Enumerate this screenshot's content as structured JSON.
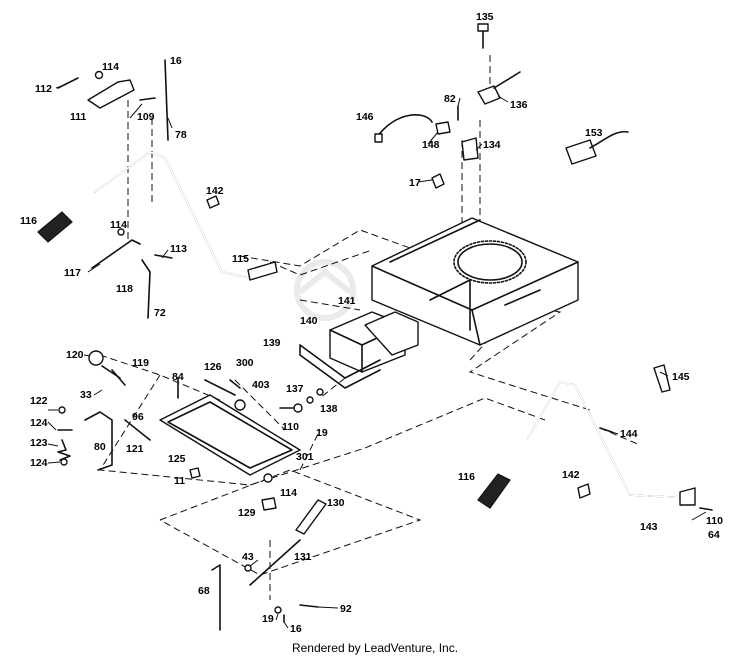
{
  "diagram": {
    "footer": "Rendered by LeadVenture, Inc.",
    "callouts": [
      {
        "id": "c112",
        "label": "112"
      },
      {
        "id": "c114a",
        "label": "114"
      },
      {
        "id": "c16a",
        "label": "16"
      },
      {
        "id": "c111",
        "label": "111"
      },
      {
        "id": "c109",
        "label": "109"
      },
      {
        "id": "c78",
        "label": "78"
      },
      {
        "id": "c135",
        "label": "135"
      },
      {
        "id": "c82",
        "label": "82"
      },
      {
        "id": "c136",
        "label": "136"
      },
      {
        "id": "c146",
        "label": "146"
      },
      {
        "id": "c134",
        "label": "134"
      },
      {
        "id": "c148",
        "label": "148"
      },
      {
        "id": "c153",
        "label": "153"
      },
      {
        "id": "c17",
        "label": "17"
      },
      {
        "id": "c142a",
        "label": "142"
      },
      {
        "id": "c116a",
        "label": "116"
      },
      {
        "id": "c114b",
        "label": "114"
      },
      {
        "id": "c113",
        "label": "113"
      },
      {
        "id": "c117",
        "label": "117"
      },
      {
        "id": "c118",
        "label": "118"
      },
      {
        "id": "c115",
        "label": "115"
      },
      {
        "id": "c72",
        "label": "72"
      },
      {
        "id": "c141",
        "label": "141"
      },
      {
        "id": "c140",
        "label": "140"
      },
      {
        "id": "c139",
        "label": "139"
      },
      {
        "id": "c120",
        "label": "120"
      },
      {
        "id": "c119",
        "label": "119"
      },
      {
        "id": "c126",
        "label": "126"
      },
      {
        "id": "c300",
        "label": "300"
      },
      {
        "id": "c84",
        "label": "84"
      },
      {
        "id": "c33",
        "label": "33"
      },
      {
        "id": "c403",
        "label": "403"
      },
      {
        "id": "c137",
        "label": "137"
      },
      {
        "id": "c138",
        "label": "138"
      },
      {
        "id": "c145",
        "label": "145"
      },
      {
        "id": "c122",
        "label": "122"
      },
      {
        "id": "c124a",
        "label": "124"
      },
      {
        "id": "c96",
        "label": "96"
      },
      {
        "id": "c110a",
        "label": "110"
      },
      {
        "id": "c19a",
        "label": "19"
      },
      {
        "id": "c123",
        "label": "123"
      },
      {
        "id": "c80",
        "label": "80"
      },
      {
        "id": "c121",
        "label": "121"
      },
      {
        "id": "c124b",
        "label": "124"
      },
      {
        "id": "c125",
        "label": "125"
      },
      {
        "id": "c301",
        "label": "301"
      },
      {
        "id": "c144",
        "label": "144"
      },
      {
        "id": "c11",
        "label": "11"
      },
      {
        "id": "c114c",
        "label": "114"
      },
      {
        "id": "c116b",
        "label": "116"
      },
      {
        "id": "c142b",
        "label": "142"
      },
      {
        "id": "c129",
        "label": "129"
      },
      {
        "id": "c130",
        "label": "130"
      },
      {
        "id": "c143",
        "label": "143"
      },
      {
        "id": "c110b",
        "label": "110"
      },
      {
        "id": "c64",
        "label": "64"
      },
      {
        "id": "c43",
        "label": "43"
      },
      {
        "id": "c131",
        "label": "131"
      },
      {
        "id": "c68",
        "label": "68"
      },
      {
        "id": "c92",
        "label": "92"
      },
      {
        "id": "c19b",
        "label": "19"
      },
      {
        "id": "c16b",
        "label": "16"
      }
    ]
  }
}
